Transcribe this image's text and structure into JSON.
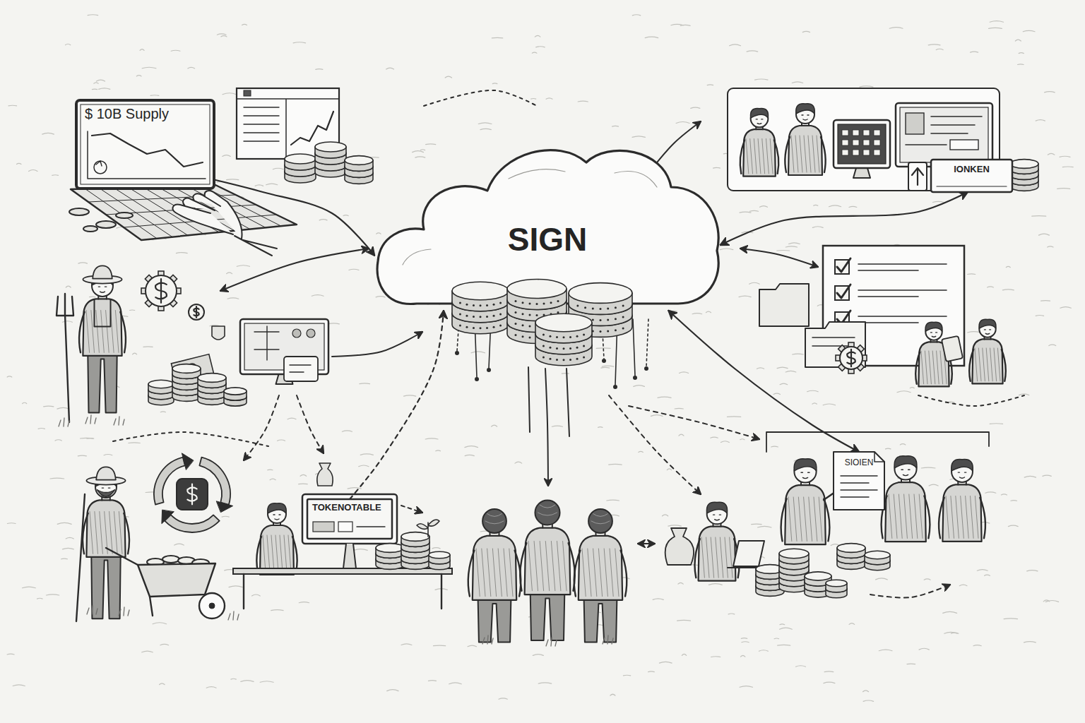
{
  "diagram": {
    "nodes": [
      {
        "text": [
          "$ 10B Supply"
        ]
      },
      {
        "text": [
          "SIGN"
        ]
      },
      {
        "text": [
          "IONKEN"
        ]
      },
      {
        "text": [
          "TOKENOTABLE"
        ]
      },
      {
        "text": [
          "SIOIEN"
        ]
      }
    ],
    "edges": [
      {
        "from": 0,
        "to": 1,
        "arrow": "to"
      },
      {
        "from": 1,
        "to": 2,
        "arrow": "both"
      },
      {
        "from": 1,
        "to": 4,
        "arrow": "both"
      },
      {
        "from": 3,
        "to": 1,
        "arrow": "to"
      }
    ]
  }
}
